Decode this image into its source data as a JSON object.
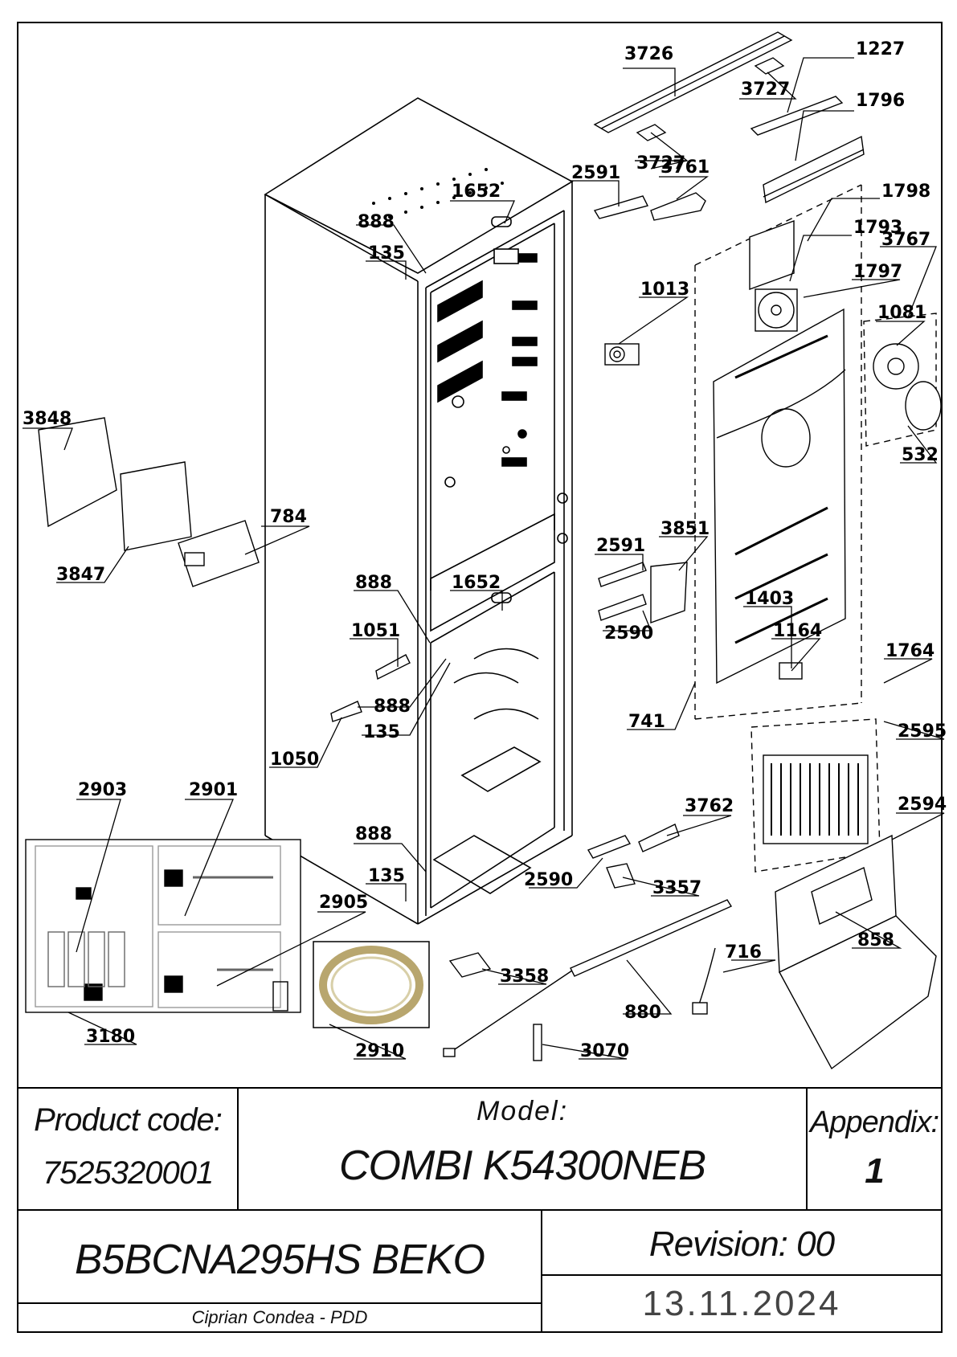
{
  "diagram": {
    "callouts": [
      "3726",
      "1227",
      "3727",
      "1796",
      "3727",
      "3761",
      "2591",
      "1652",
      "888",
      "135",
      "1798",
      "1793",
      "3767",
      "1797",
      "1013",
      "1081",
      "3848",
      "532",
      "784",
      "3851",
      "2591",
      "1652",
      "888",
      "3847",
      "1403",
      "2590",
      "1051",
      "1164",
      "1764",
      "888",
      "135",
      "741",
      "2595",
      "1050",
      "2903",
      "2901",
      "3762",
      "2594",
      "888",
      "135",
      "2905",
      "2590",
      "3357",
      "858",
      "716",
      "3358",
      "880",
      "3180",
      "3070",
      "2910"
    ]
  },
  "title_block": {
    "product_code_label": "Product code:",
    "product_code": "7525320001",
    "model_label": "Model:",
    "model": "COMBI K54300NEB",
    "appendix_label": "Appendix:",
    "appendix": "1",
    "product_name": "B5BCNA295HS BEKO",
    "revision": "Revision: 00",
    "author": "Ciprian Condea - PDD",
    "date": "13.11.2024"
  }
}
